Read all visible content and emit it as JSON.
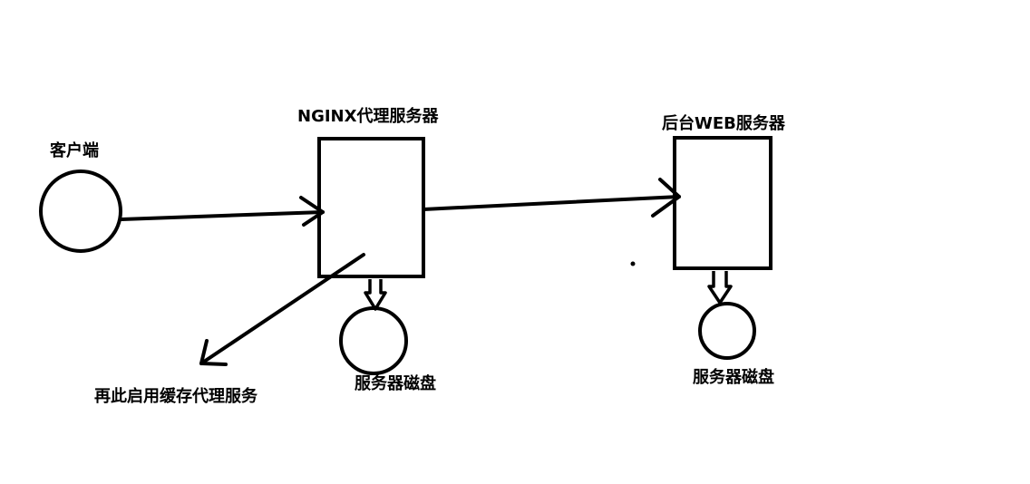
{
  "nodes": {
    "client": {
      "label": "客户端"
    },
    "nginx": {
      "label": "NGINX代理服务器"
    },
    "nginx_disk": {
      "label": "服务器磁盘"
    },
    "web": {
      "label": "后台WEB服务器"
    },
    "web_disk": {
      "label": "服务器磁盘"
    }
  },
  "annotations": {
    "cache_note": "再此启用缓存代理服务"
  },
  "edges": [
    {
      "from": "client",
      "to": "nginx"
    },
    {
      "from": "nginx",
      "to": "web"
    },
    {
      "from": "nginx",
      "to": "nginx_disk"
    },
    {
      "from": "web",
      "to": "web_disk"
    },
    {
      "from": "nginx",
      "to": "cache_note"
    }
  ],
  "colors": {
    "stroke": "#000000",
    "background": "#ffffff"
  }
}
